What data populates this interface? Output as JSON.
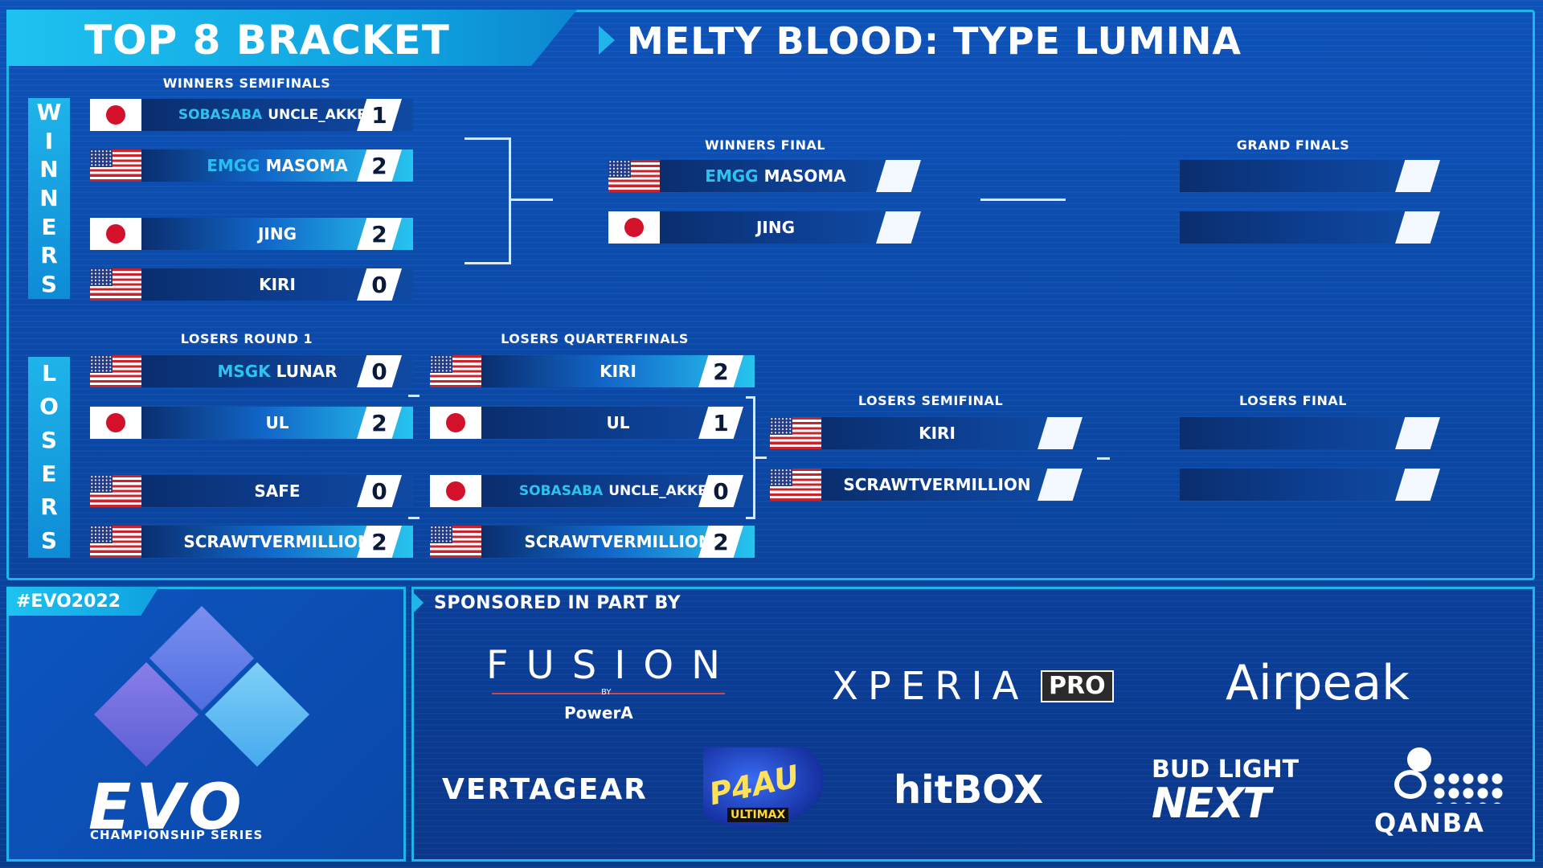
{
  "header": {
    "bracket_title": "TOP 8 BRACKET",
    "game_title": "MELTY BLOOD: TYPE LUMINA"
  },
  "sides": {
    "winners": [
      "W",
      "I",
      "N",
      "N",
      "E",
      "R",
      "S"
    ],
    "losers": [
      "L",
      "O",
      "S",
      "E",
      "R",
      "S"
    ]
  },
  "rounds": {
    "winners_semifinals": "WINNERS SEMIFINALS",
    "winners_final": "WINNERS FINAL",
    "grand_finals": "GRAND FINALS",
    "losers_round_1": "LOSERS ROUND 1",
    "losers_quarterfinals": "LOSERS QUARTERFINALS",
    "losers_semifinal": "LOSERS SEMIFINAL",
    "losers_final": "LOSERS FINAL"
  },
  "winners_semifinals": [
    {
      "flag": "jp",
      "sponsor": "SOBASABA",
      "name": "UNCLE_AKKEY",
      "score": "1",
      "winner": false
    },
    {
      "flag": "us",
      "sponsor": "EMGG",
      "name": "MASOMA",
      "score": "2",
      "winner": true
    },
    {
      "flag": "jp",
      "sponsor": "",
      "name": "JING",
      "score": "2",
      "winner": true
    },
    {
      "flag": "us",
      "sponsor": "",
      "name": "KIRI",
      "score": "0",
      "winner": false
    }
  ],
  "winners_final": [
    {
      "flag": "us",
      "sponsor": "EMGG",
      "name": "MASOMA",
      "score": ""
    },
    {
      "flag": "jp",
      "sponsor": "",
      "name": "JING",
      "score": ""
    }
  ],
  "grand_finals": [
    {
      "name": "",
      "score": ""
    },
    {
      "name": "",
      "score": ""
    }
  ],
  "losers_round_1": [
    {
      "flag": "us",
      "sponsor": "MSGK",
      "name": "LUNAR",
      "score": "0",
      "winner": false
    },
    {
      "flag": "jp",
      "sponsor": "",
      "name": "UL",
      "score": "2",
      "winner": true
    },
    {
      "flag": "us",
      "sponsor": "",
      "name": "SAFE",
      "score": "0",
      "winner": false
    },
    {
      "flag": "us",
      "sponsor": "",
      "name": "SCRAWTVERMILLION",
      "score": "2",
      "winner": true
    }
  ],
  "losers_quarterfinals": [
    {
      "flag": "us",
      "sponsor": "",
      "name": "KIRI",
      "score": "2",
      "winner": true
    },
    {
      "flag": "jp",
      "sponsor": "",
      "name": "UL",
      "score": "1",
      "winner": false
    },
    {
      "flag": "jp",
      "sponsor": "SOBASABA",
      "name": "UNCLE_AKKEY",
      "score": "0",
      "winner": false
    },
    {
      "flag": "us",
      "sponsor": "",
      "name": "SCRAWTVERMILLION",
      "score": "2",
      "winner": true
    }
  ],
  "losers_semifinal": [
    {
      "flag": "us",
      "sponsor": "",
      "name": "KIRI",
      "score": ""
    },
    {
      "flag": "us",
      "sponsor": "",
      "name": "SCRAWTVERMILLION",
      "score": ""
    }
  ],
  "losers_final": [
    {
      "name": "",
      "score": ""
    },
    {
      "name": "",
      "score": ""
    }
  ],
  "evo": {
    "hashtag": "#EVO2022",
    "wordmark": "EVO",
    "subtitle": "CHAMPIONSHIP SERIES"
  },
  "sponsors": {
    "title": "SPONSORED IN PART BY",
    "fusion": "FUSION",
    "fusion_by": "BY",
    "fusion_brand": "PowerA",
    "xperia": "XPERIA",
    "xperia_pro": "PRO",
    "airpeak": "Airpeak",
    "vertagear": "VERTAGEAR",
    "p4au": "P4AU",
    "p4au_sub": "ULTIMAX",
    "hitbox": "hitBOX",
    "budlight_top": "BUD LIGHT",
    "budlight_bottom": "NEXT",
    "qanba": "QANBA"
  }
}
